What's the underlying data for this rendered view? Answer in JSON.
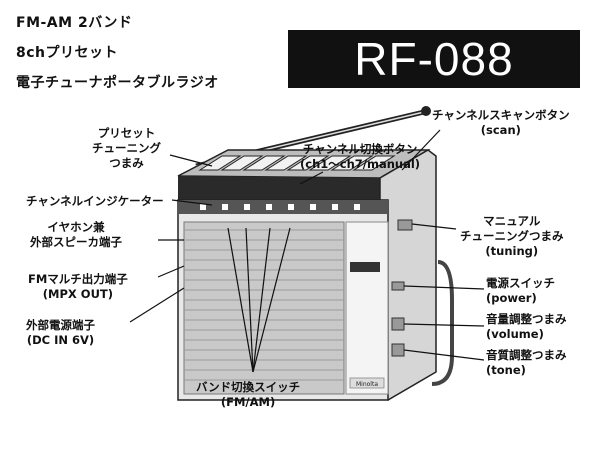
{
  "header": {
    "line1": "FM-AM 2バンド",
    "line2": "8chプリセット",
    "line3": "電子チューナポータブルラジオ"
  },
  "model": "RF-088",
  "brand_plate": "Minolta",
  "labels": {
    "preset_tuning_knob": [
      "プリセット",
      "チューニング",
      "つまみ"
    ],
    "channel_indicator": [
      "チャンネルインジケーター"
    ],
    "earphone_speaker": [
      "イヤホン兼",
      "外部スピーカ端子"
    ],
    "fm_multi_out": [
      "FMマルチ出力端子",
      "(MPX OUT)"
    ],
    "external_power": [
      "外部電源端子",
      "(DC IN 6V)"
    ],
    "band_switch": [
      "バンド切換スイッチ",
      "(FM/AM)"
    ],
    "channel_scan_button": [
      "チャンネルスキャンボタン",
      "(scan)"
    ],
    "channel_switch_button": [
      "チャンネル切換ボタン",
      "(ch1～ch7/manual)"
    ],
    "manual_tuning_knob": [
      "マニュアル",
      "チューニングつまみ",
      "(tuning)"
    ],
    "power_switch": [
      "電源スイッチ",
      "(power)"
    ],
    "volume_knob": [
      "音量調整つまみ",
      "(volume)"
    ],
    "tone_knob": [
      "音質調整つまみ",
      "(tone)"
    ]
  }
}
